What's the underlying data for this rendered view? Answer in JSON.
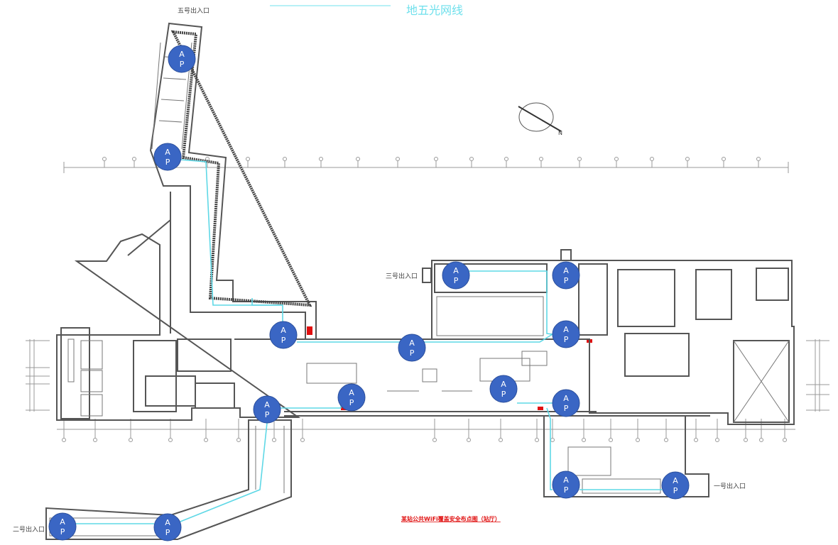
{
  "title": "地五光网线",
  "caption": "某站公共WiFi覆盖安全布点图（站厅）",
  "entrances": {
    "e5": "五号出入口",
    "e3": "三号出入口",
    "e1": "一号出入口",
    "e2": "二号出入口"
  },
  "ap": {
    "top": "A",
    "bottom": "P"
  },
  "ap_count": 15,
  "colors": {
    "ap": "#3a66c4",
    "cable": "#5fd8e6",
    "caption": "#e01010"
  }
}
